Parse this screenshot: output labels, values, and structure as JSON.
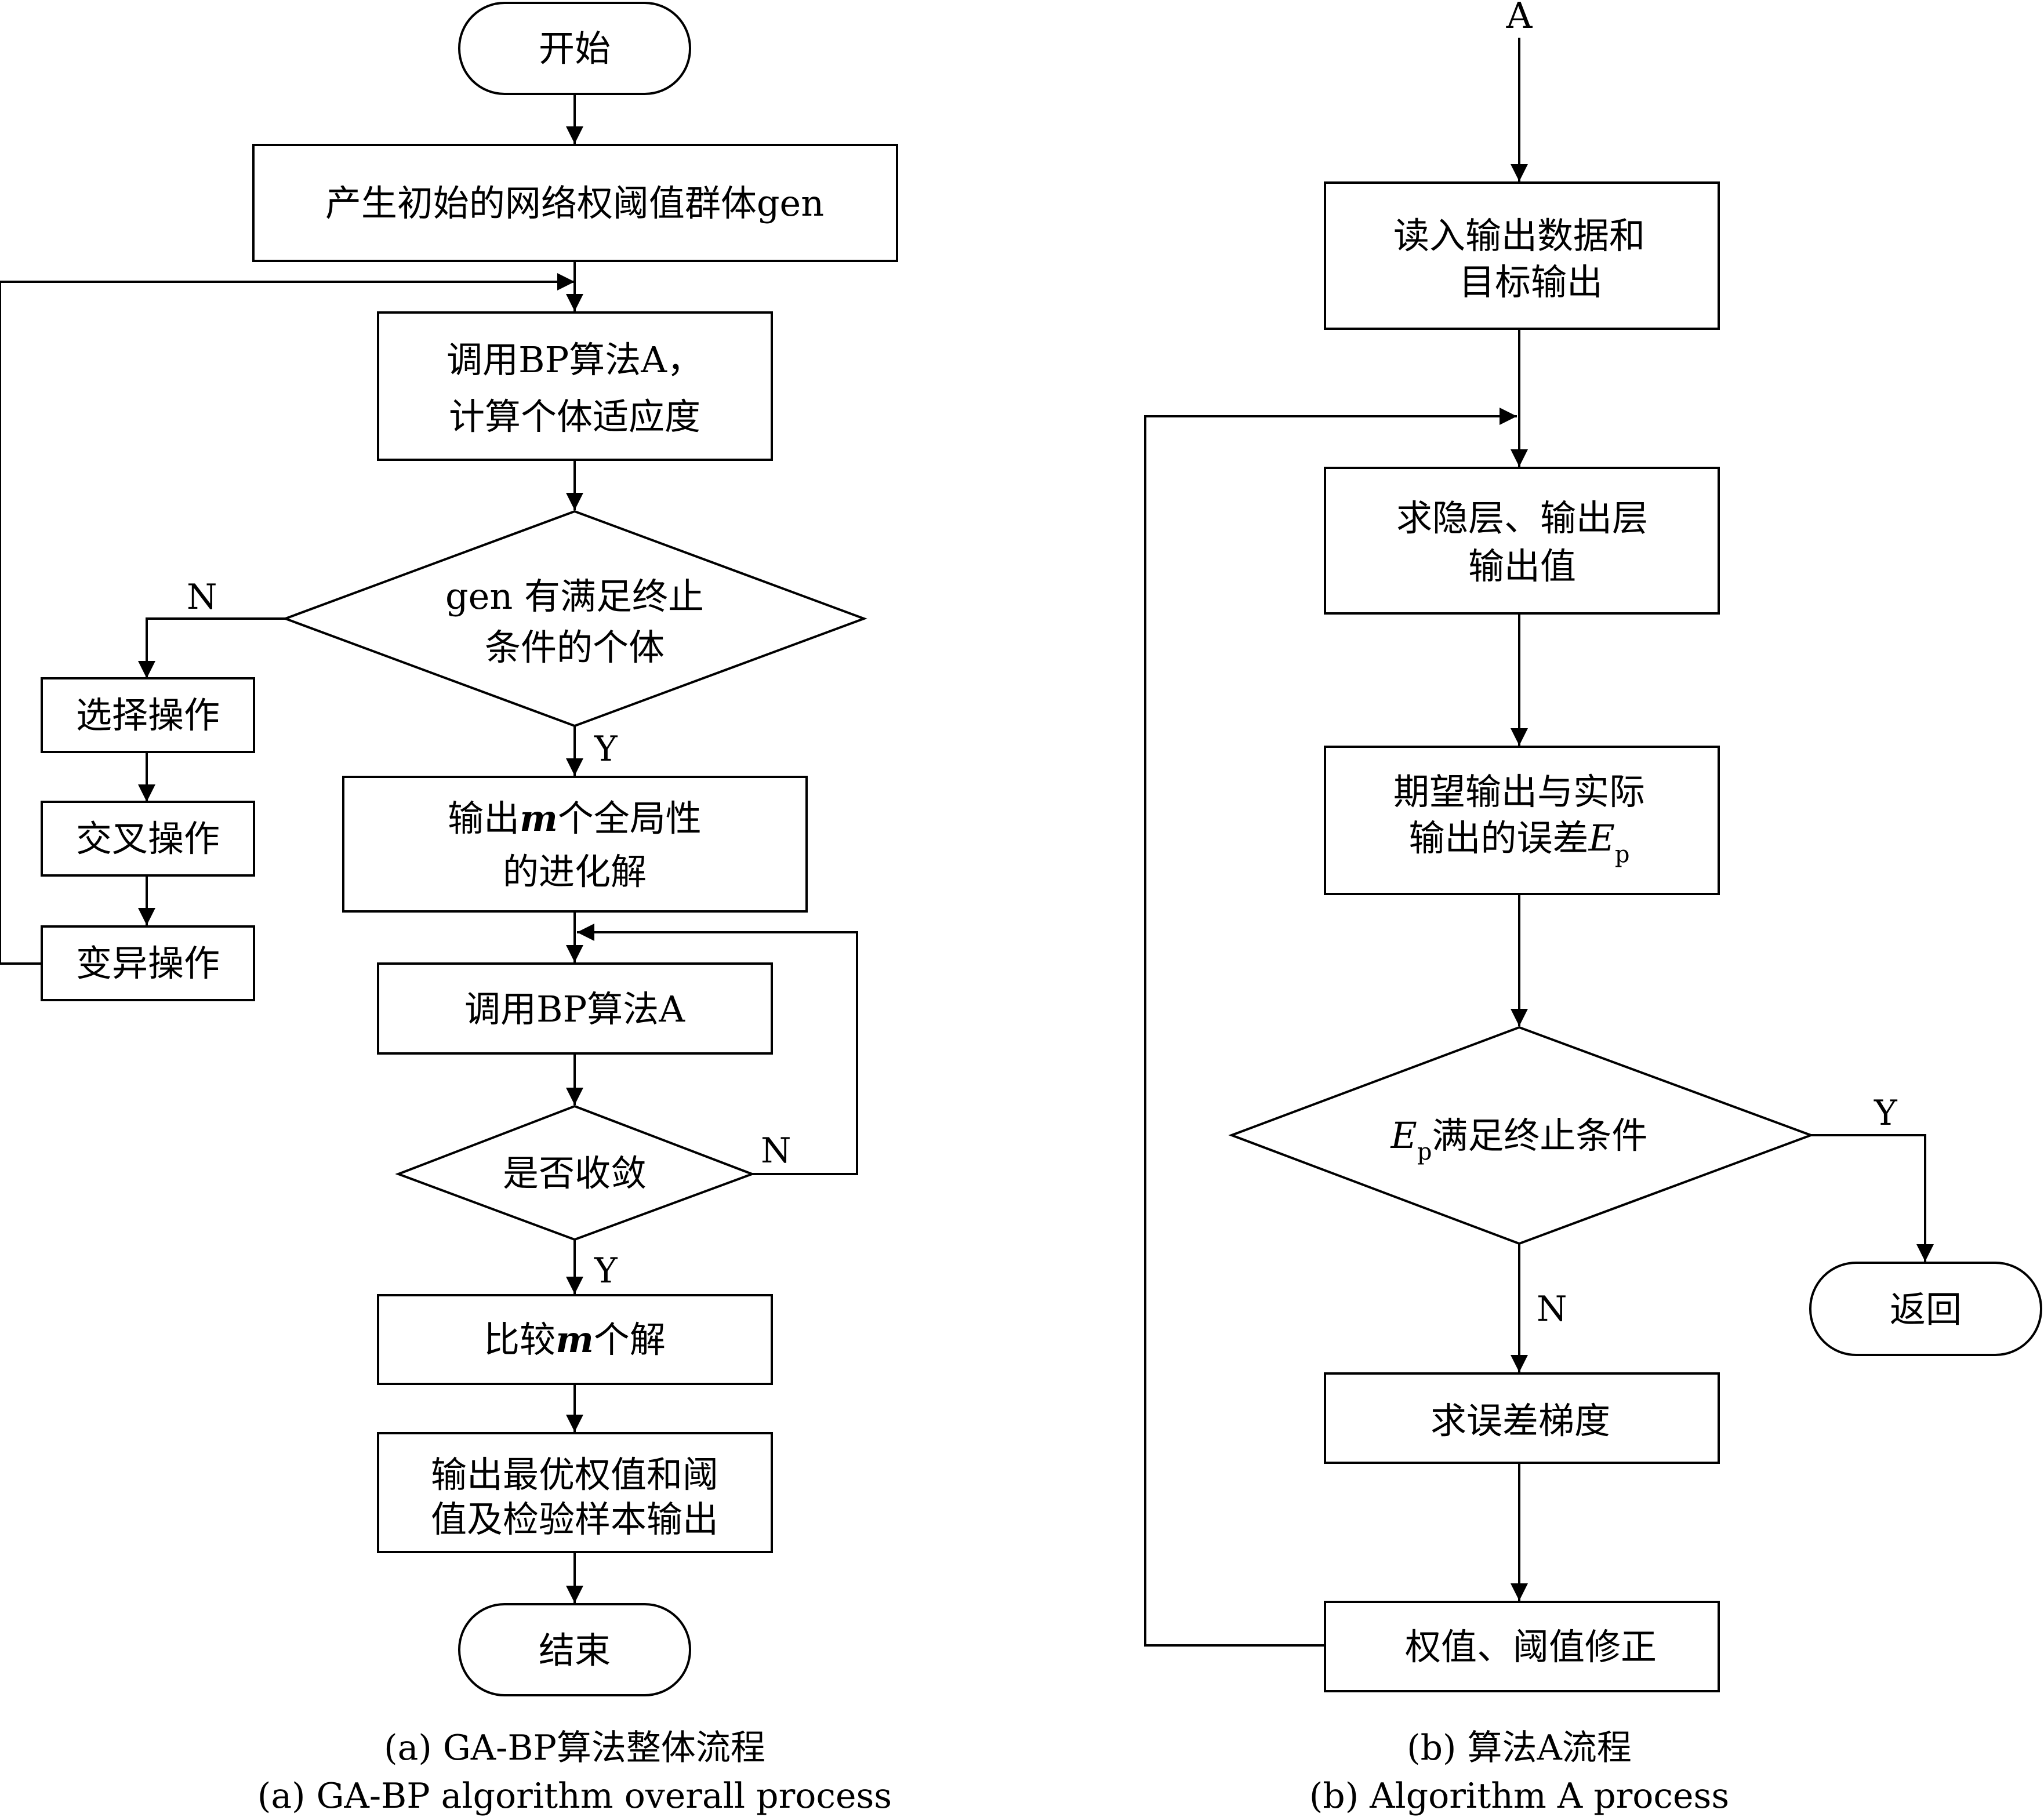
{
  "left_flow": {
    "start": "开始",
    "init": "产生初始的网络权阈值群体gen",
    "call_bp_fitness": [
      "调用BP算法A，",
      "计算个体适应度"
    ],
    "check_gen": [
      "gen 有满足终止",
      "条件的个体"
    ],
    "select": "选择操作",
    "crossover": "交叉操作",
    "mutate": "变异操作",
    "output_m": {
      "pre": "输出",
      "m": "m",
      "post": "个全局性",
      "line2": "的进化解"
    },
    "call_bp": "调用BP算法A",
    "converge": "是否收敛",
    "compare": {
      "pre": "比较",
      "m": "m",
      "post": "个解"
    },
    "output_best": [
      "输出最优权值和阈",
      "值及检验样本输出"
    ],
    "end": "结束",
    "label_n1": "N",
    "label_y1": "Y",
    "label_n2": "N",
    "label_y2": "Y"
  },
  "right_flow": {
    "entry": "A",
    "read": [
      "读入输出数据和",
      "目标输出"
    ],
    "hidden": [
      "求隐层、输出层",
      "输出值"
    ],
    "error": {
      "line1": "期望输出与实际",
      "line2_pre": "输出的误差",
      "var": "E",
      "sub": "p"
    },
    "check": {
      "var": "E",
      "sub": "p",
      "post": "满足终止条件"
    },
    "return": "返回",
    "gradient": "求误差梯度",
    "update": "权值、阈值修正",
    "label_y": "Y",
    "label_n": "N"
  },
  "captions": {
    "a_cn": "(a) GA-BP算法整体流程",
    "a_en": "(a) GA-BP algorithm overall process",
    "b_cn": "(b) 算法A流程",
    "b_en": "(b) Algorithm A process"
  }
}
